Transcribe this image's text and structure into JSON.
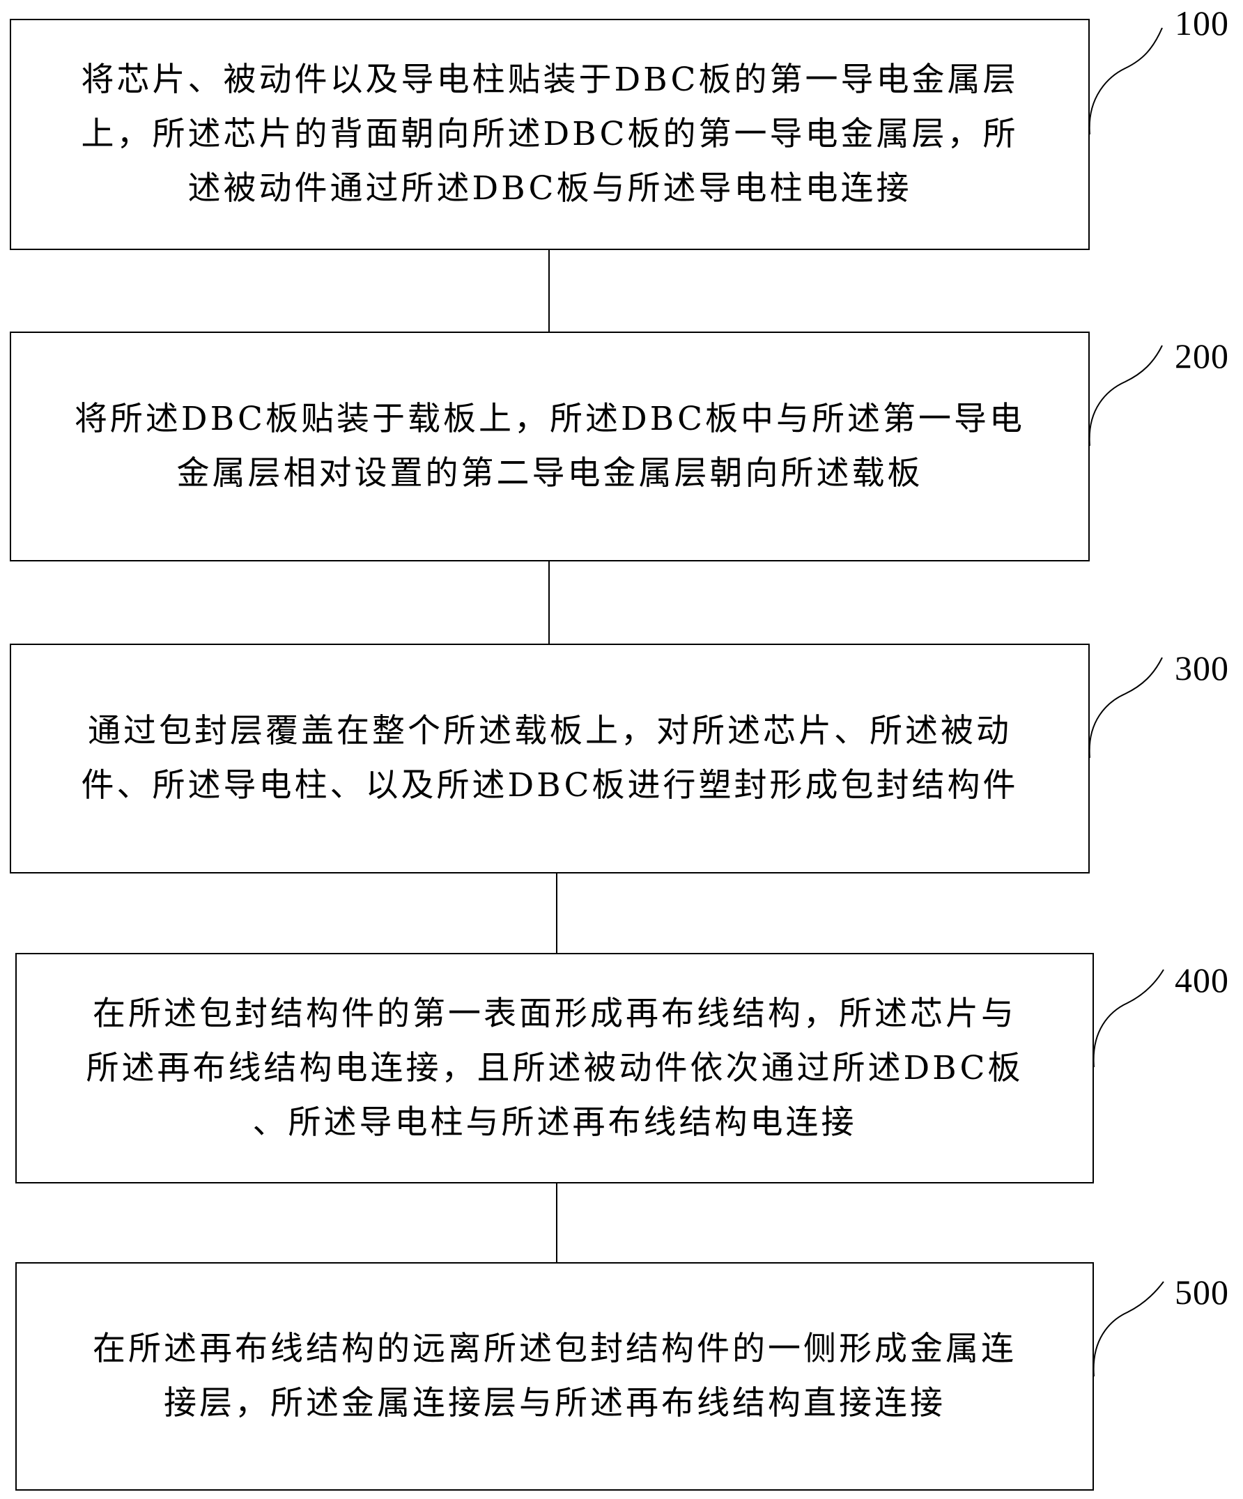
{
  "steps": [
    {
      "number": "100",
      "lines": [
        "将芯片、被动件以及导电柱贴装于DBC板的第一导电金属层",
        "上，所述芯片的背面朝向所述DBC板的第一导电金属层，所",
        "述被动件通过所述DBC板与所述导电柱电连接"
      ]
    },
    {
      "number": "200",
      "lines": [
        "将所述DBC板贴装于载板上，所述DBC板中与所述第一导电",
        "金属层相对设置的第二导电金属层朝向所述载板"
      ]
    },
    {
      "number": "300",
      "lines": [
        "通过包封层覆盖在整个所述载板上，对所述芯片、所述被动",
        "件、所述导电柱、以及所述DBC板进行塑封形成包封结构件"
      ]
    },
    {
      "number": "400",
      "lines": [
        "在所述包封结构件的第一表面形成再布线结构，所述芯片与",
        "所述再布线结构电连接，且所述被动件依次通过所述DBC板",
        "、所述导电柱与所述再布线结构电连接"
      ]
    },
    {
      "number": "500",
      "lines": [
        "在所述再布线结构的远离所述包封结构件的一侧形成金属连",
        "接层，所述金属连接层与所述再布线结构直接连接"
      ]
    }
  ]
}
